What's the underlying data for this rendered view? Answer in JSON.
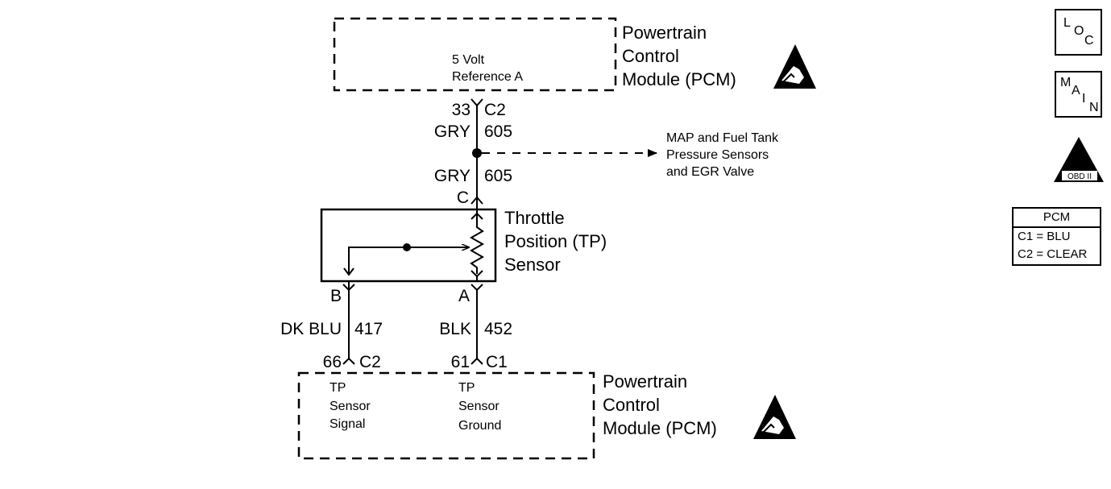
{
  "pcm_top": {
    "title_lines": [
      "Powertrain",
      "Control",
      "Module (PCM)"
    ],
    "internal_label_lines": [
      "5 Volt",
      "Reference A"
    ]
  },
  "pcm_bottom": {
    "title_lines": [
      "Powertrain",
      "Control",
      "Module (PCM)"
    ],
    "signal_label_lines": [
      "TP",
      "Sensor",
      "Signal"
    ],
    "ground_label_lines": [
      "TP",
      "Sensor",
      "Ground"
    ]
  },
  "tp_sensor": {
    "title_lines": [
      "Throttle",
      "Position (TP)",
      "Sensor"
    ]
  },
  "ref_wire": {
    "pin_top": "33",
    "connector_top": "C2",
    "color_upper": "GRY",
    "circuit_upper": "605",
    "color_lower": "GRY",
    "circuit_lower": "605",
    "pin_bottom": "C"
  },
  "splice_destination_lines": [
    "MAP and Fuel Tank",
    "Pressure Sensors",
    "and EGR Valve"
  ],
  "signal_wire": {
    "pin_top": "B",
    "color": "DK BLU",
    "circuit": "417",
    "pin_bottom": "66",
    "connector_bottom": "C2"
  },
  "ground_wire": {
    "pin_top": "A",
    "color": "BLK",
    "circuit": "452",
    "pin_bottom": "61",
    "connector_bottom": "C1"
  },
  "icons": {
    "loc_letters": [
      "L",
      "O",
      "C"
    ],
    "main_letters": [
      "M",
      "A",
      "I",
      "N"
    ],
    "obd_numeral": "II",
    "obd_label": "OBD II"
  },
  "pcm_legend": {
    "header": "PCM",
    "rows": [
      "C1 = BLU",
      "C2 = CLEAR"
    ]
  }
}
